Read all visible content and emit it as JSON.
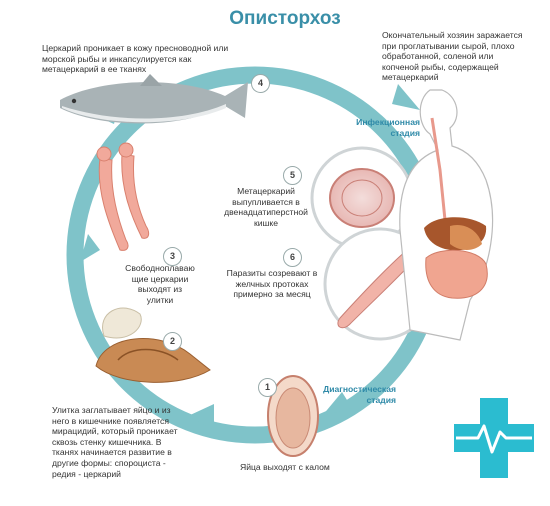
{
  "title": "Описторхоз",
  "colors": {
    "cycle": "#7fc3c9",
    "title": "#3a8fa8",
    "logo": "#2bbcd0"
  },
  "steps": [
    {
      "number": "1",
      "text": "Яйца выходят с калом"
    },
    {
      "number": "2",
      "text": "Улитка заглатывает яйцо и из него в кишечнике появляется мирацидий, который проникает сквозь стенку кишечника. В тканях начинается развитие в другие формы: спороциста - редия - церкарий"
    },
    {
      "number": "3",
      "text": "Свободноплаваю щие церкарии выходят из улитки"
    },
    {
      "number": "4",
      "text": "Церкарий проникает в кожу пресноводной или морской рыбы и инкапсулируется как метацеркарий в ее тканях"
    },
    {
      "number": "5",
      "text": "Метацеркарий выпупливается в двенадцатиперстной кишке"
    },
    {
      "number": "6",
      "text": "Паразиты созревают в желчных протоках примерно за месяц"
    }
  ],
  "host_text": "Окончательный хозяин заражается при проглатывании сырой, плохо обработанной, соленой или копченой рыбы, содержащей метацеркарий",
  "stages": {
    "infective": "Инфекционная стадия",
    "diagnostic": "Диагностическая стадия"
  },
  "icons": [
    "fish-icon",
    "shrimp-icon",
    "snail-icon",
    "egg-icon",
    "human-icon",
    "medical-cross-icon"
  ]
}
